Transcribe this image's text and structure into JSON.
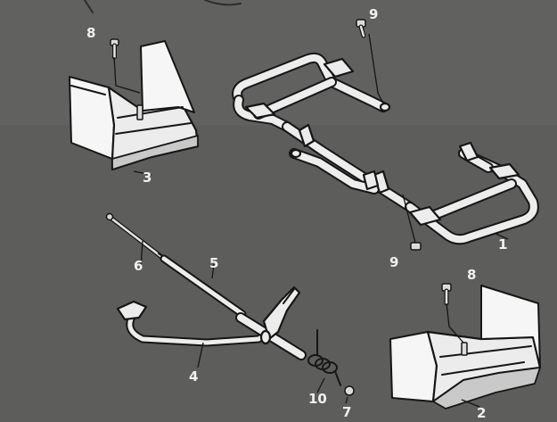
{
  "callouts": {
    "frame": "1",
    "right_footrest": "2",
    "left_footrest": "3",
    "brake_pedal": "4",
    "rod_sleeve": "5",
    "brake_rod": "6",
    "nut": "7",
    "bolt_left": "8",
    "bolt_right": "8",
    "bolt_top": "9",
    "bolt_bottom": "9",
    "spring": "10"
  },
  "colors": {
    "background": "#5d5d5b",
    "part": "#ececec",
    "outline": "#161616",
    "label": "#f1f1f1"
  }
}
